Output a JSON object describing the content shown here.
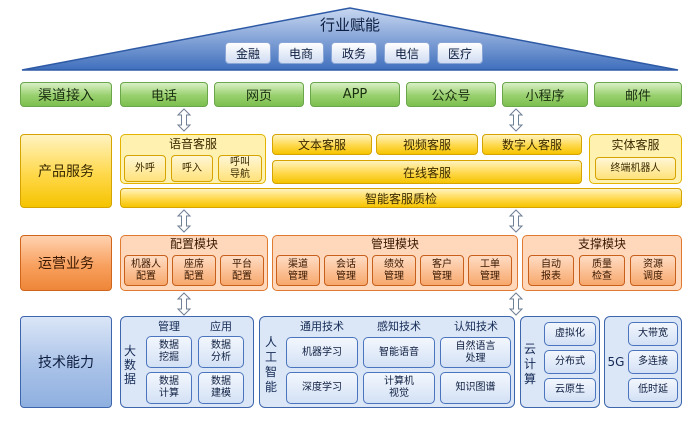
{
  "roof": {
    "title": "行业赋能",
    "items": [
      "金融",
      "电商",
      "政务",
      "电信",
      "医疗"
    ]
  },
  "channel": {
    "label": "渠道接入",
    "items": [
      "电话",
      "网页",
      "APP",
      "公众号",
      "小程序",
      "邮件"
    ]
  },
  "product": {
    "label": "产品服务",
    "voice": {
      "title": "语音客服",
      "items": [
        "外呼",
        "呼入",
        "呼叫\n导航"
      ]
    },
    "text": "文本客服",
    "video": "视频客服",
    "digital": "数字人客服",
    "online": "在线客服",
    "physical": {
      "title": "实体客服",
      "item": "终端机器人"
    },
    "quality": "智能客服质检"
  },
  "ops": {
    "label": "运营业务",
    "config": {
      "title": "配置模块",
      "items": [
        "机器人\n配置",
        "座席\n配置",
        "平台\n配置"
      ]
    },
    "manage": {
      "title": "管理模块",
      "items": [
        "渠道\n管理",
        "会话\n管理",
        "绩效\n管理",
        "客户\n管理",
        "工单\n管理"
      ]
    },
    "support": {
      "title": "支撑模块",
      "items": [
        "自动\n报表",
        "质量\n检查",
        "资源\n调度"
      ]
    }
  },
  "tech": {
    "label": "技术能力",
    "bigdata": {
      "label": "大\n数\n据",
      "h1": "管理",
      "h2": "应用",
      "items": [
        "数据\n挖掘",
        "数据\n分析",
        "数据\n计算",
        "数据\n建模"
      ]
    },
    "ai": {
      "label": "人\n工\n智\n能",
      "h1": "通用技术",
      "h2": "感知技术",
      "h3": "认知技术",
      "items": [
        "机器学习",
        "智能语音",
        "自然语言\n处理",
        "深度学习",
        "计算机\n视觉",
        "知识图谱"
      ]
    },
    "cloud": {
      "label": "云\n计\n算",
      "items": [
        "虚拟化",
        "分布式",
        "云原生"
      ]
    },
    "g5": {
      "label": "5G",
      "items": [
        "大带宽",
        "多连接",
        "低时延"
      ]
    }
  },
  "colors": {
    "green": "#7cbf4f",
    "yellow": "#f5c400",
    "orange": "#ee8638",
    "blue": "#3e66ad"
  },
  "icons": [
    "double-arrow-icon"
  ]
}
